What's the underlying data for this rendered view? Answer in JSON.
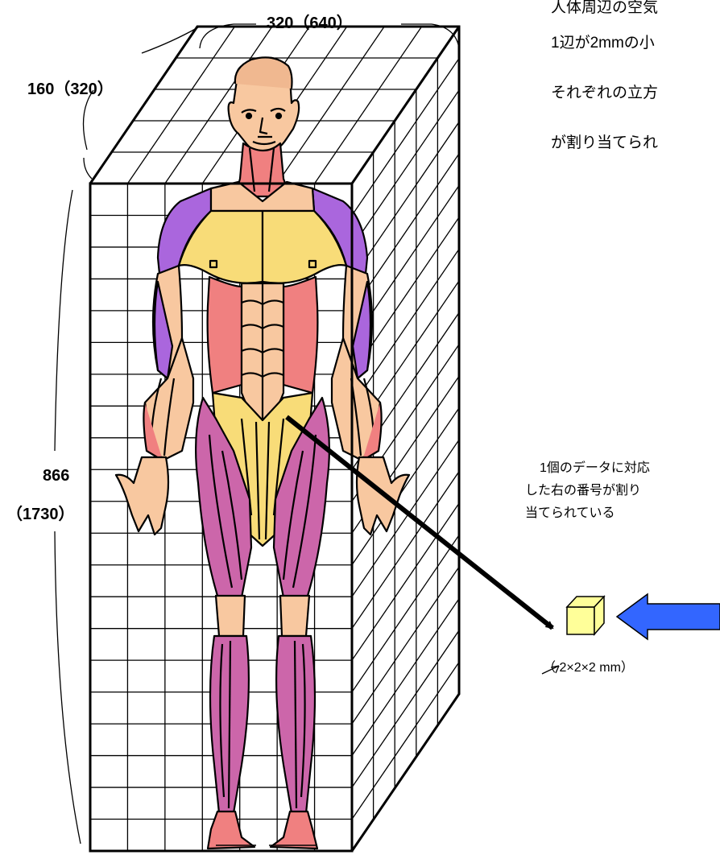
{
  "dimensions": {
    "width": "320（640）",
    "depth": "160（320）",
    "height_value": "866",
    "height_alt": "（1730）"
  },
  "description": [
    "人体周辺の空気",
    "1辺が2mmの小",
    "それぞれの立方",
    "が割り当てられ"
  ],
  "voxel_note": [
    "1個のデータに対応",
    "した右の番号が割り",
    "当てられている"
  ],
  "voxel_size": "（ 2×2×2 mm）",
  "colors": {
    "grid": "#000000",
    "voxel": "#ffff99",
    "arrow": "#3366ff",
    "skin": "#f8c8a0",
    "muscle_red": "#f08080",
    "muscle_magenta": "#cc66aa",
    "muscle_yellow": "#f8dc78",
    "muscle_purple": "#aa66dd"
  }
}
